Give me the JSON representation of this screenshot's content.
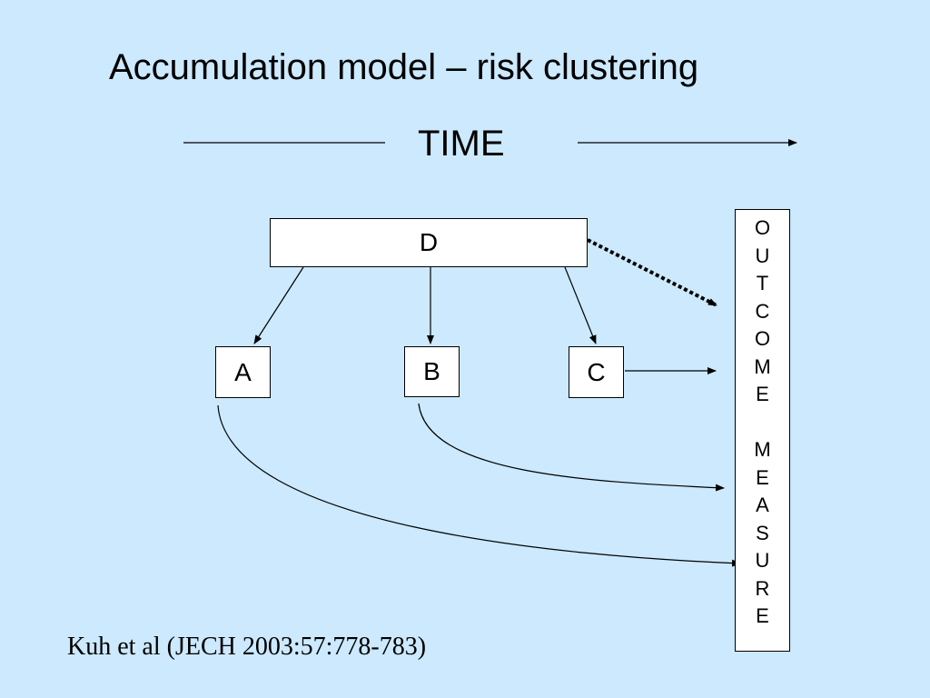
{
  "slide": {
    "title": "Accumulation model – risk clustering",
    "time_label": "TIME",
    "citation": "Kuh et al (JECH 2003:57:778-783)"
  },
  "diagram": {
    "nodes": {
      "d": "D",
      "a": "A",
      "b": "B",
      "c": "C"
    },
    "outcome_word_1": [
      "O",
      "U",
      "T",
      "C",
      "O",
      "M",
      "E"
    ],
    "outcome_word_2": [
      "M",
      "E",
      "A",
      "S",
      "U",
      "R",
      "E"
    ]
  }
}
